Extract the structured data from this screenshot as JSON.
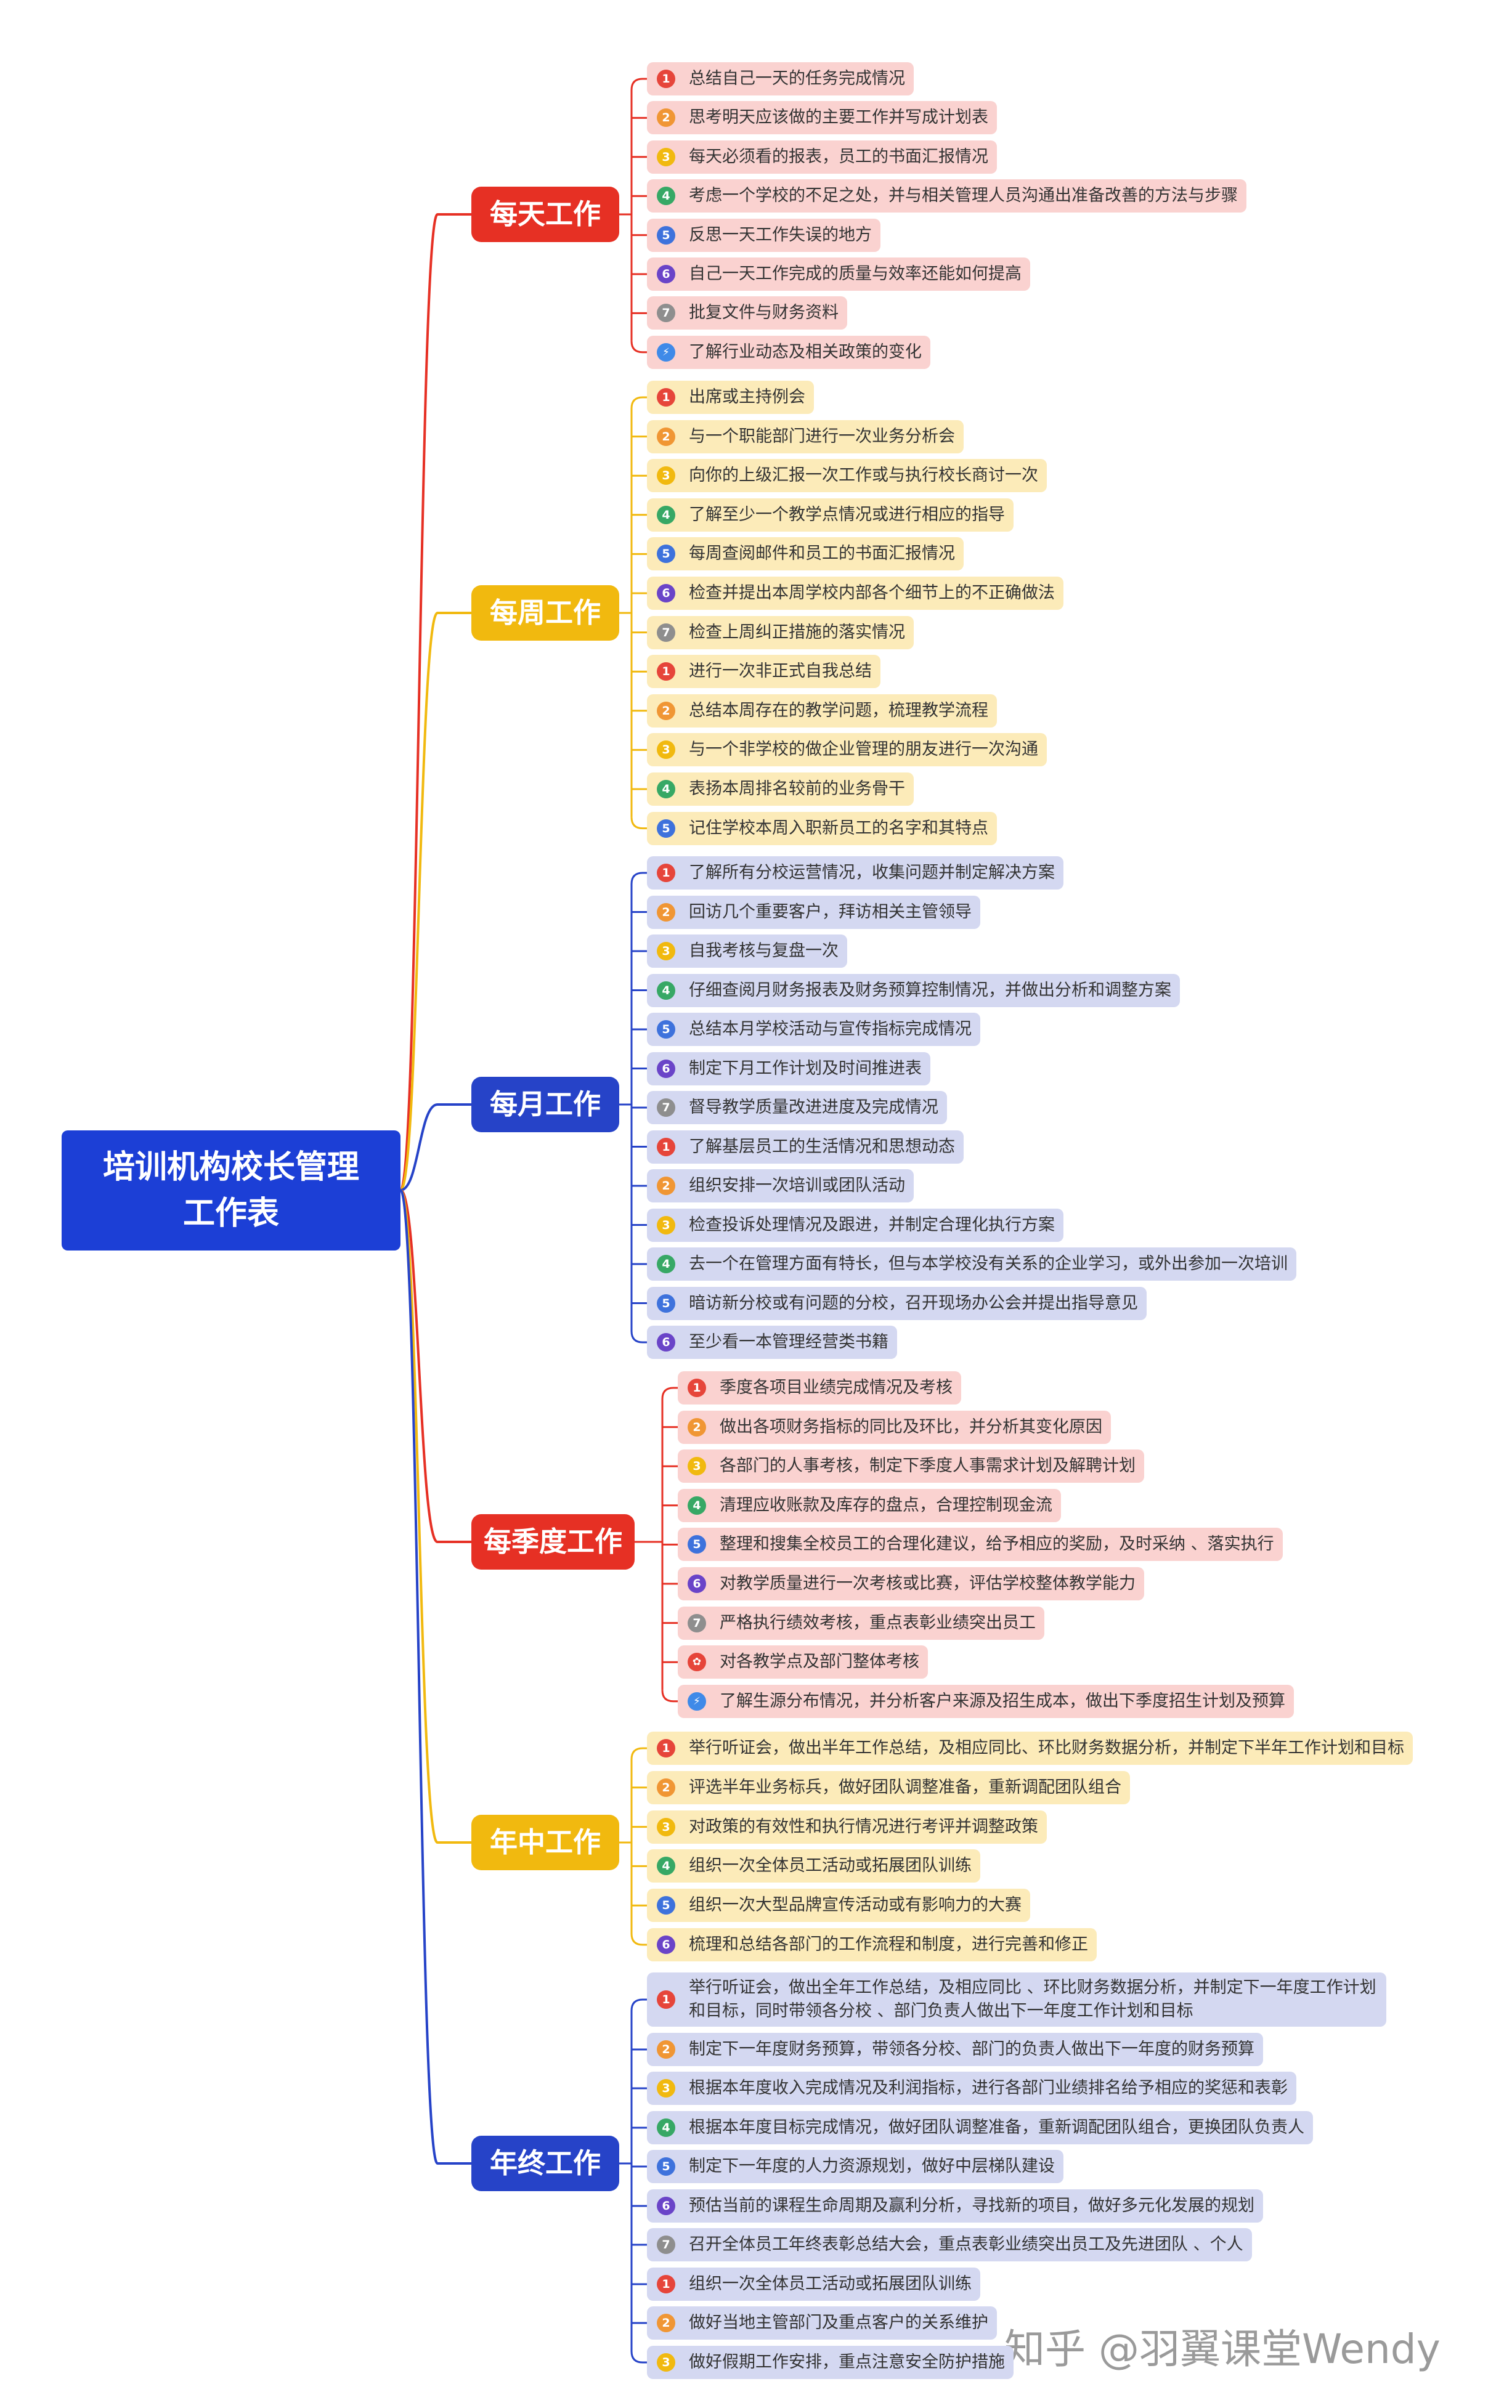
{
  "root": {
    "line1": "培训机构校长管理",
    "line2": "工作表"
  },
  "colors": {
    "red": "#e63024",
    "yellow": "#f1b90f",
    "blue": "#2643c8"
  },
  "badge_colors": [
    "#e6453a",
    "#f09634",
    "#f1b90f",
    "#37a865",
    "#3e72dc",
    "#6a44c8",
    "#8e8e8e",
    "#3f8ae8"
  ],
  "branches": [
    {
      "label": "每天工作",
      "color": "red",
      "items": [
        {
          "badge": "1",
          "text": "总结自己一天的任务完成情况"
        },
        {
          "badge": "2",
          "text": "思考明天应该做的主要工作并写成计划表"
        },
        {
          "badge": "3",
          "text": "每天必须看的报表，员工的书面汇报情况"
        },
        {
          "badge": "4",
          "text": "考虑一个学校的不足之处，并与相关管理人员沟通出准备改善的方法与步骤"
        },
        {
          "badge": "5",
          "text": "反思一天工作失误的地方"
        },
        {
          "badge": "6",
          "text": "自己一天工作完成的质量与效率还能如何提高"
        },
        {
          "badge": "7",
          "text": "批复文件与财务资料"
        },
        {
          "badge": "⚡",
          "text": "了解行业动态及相关政策的变化"
        }
      ]
    },
    {
      "label": "每周工作",
      "color": "yellow",
      "items": [
        {
          "badge": "1",
          "text": "出席或主持例会"
        },
        {
          "badge": "2",
          "text": "与一个职能部门进行一次业务分析会"
        },
        {
          "badge": "3",
          "text": "向你的上级汇报一次工作或与执行校长商讨一次"
        },
        {
          "badge": "4",
          "text": "了解至少一个教学点情况或进行相应的指导"
        },
        {
          "badge": "5",
          "text": "每周查阅邮件和员工的书面汇报情况"
        },
        {
          "badge": "6",
          "text": "检查并提出本周学校内部各个细节上的不正确做法"
        },
        {
          "badge": "7",
          "text": "检查上周纠正措施的落实情况"
        },
        {
          "badge": "1",
          "text": "进行一次非正式自我总结"
        },
        {
          "badge": "2",
          "text": "总结本周存在的教学问题，梳理教学流程"
        },
        {
          "badge": "3",
          "text": "与一个非学校的做企业管理的朋友进行一次沟通"
        },
        {
          "badge": "4",
          "text": "表扬本周排名较前的业务骨干"
        },
        {
          "badge": "5",
          "text": "记住学校本周入职新员工的名字和其特点"
        }
      ]
    },
    {
      "label": "每月工作",
      "color": "blue",
      "items": [
        {
          "badge": "1",
          "text": "了解所有分校运营情况，收集问题并制定解决方案"
        },
        {
          "badge": "2",
          "text": "回访几个重要客户，拜访相关主管领导"
        },
        {
          "badge": "3",
          "text": "自我考核与复盘一次"
        },
        {
          "badge": "4",
          "text": "仔细查阅月财务报表及财务预算控制情况，并做出分析和调整方案"
        },
        {
          "badge": "5",
          "text": "总结本月学校活动与宣传指标完成情况"
        },
        {
          "badge": "6",
          "text": "制定下月工作计划及时间推进表"
        },
        {
          "badge": "7",
          "text": "督导教学质量改进进度及完成情况"
        },
        {
          "badge": "1",
          "text": "了解基层员工的生活情况和思想动态"
        },
        {
          "badge": "2",
          "text": "组织安排一次培训或团队活动"
        },
        {
          "badge": "3",
          "text": "检查投诉处理情况及跟进，并制定合理化执行方案"
        },
        {
          "badge": "4",
          "text": "去一个在管理方面有特长，但与本学校没有关系的企业学习，或外出参加一次培训"
        },
        {
          "badge": "5",
          "text": "暗访新分校或有问题的分校，召开现场办公会并提出指导意见"
        },
        {
          "badge": "6",
          "text": "至少看一本管理经营类书籍"
        }
      ]
    },
    {
      "label": "每季度工作",
      "color": "red",
      "items": [
        {
          "badge": "1",
          "text": "季度各项目业绩完成情况及考核"
        },
        {
          "badge": "2",
          "text": "做出各项财务指标的同比及环比，并分析其变化原因"
        },
        {
          "badge": "3",
          "text": "各部门的人事考核，制定下季度人事需求计划及解聘计划"
        },
        {
          "badge": "4",
          "text": "清理应收账款及库存的盘点，合理控制现金流"
        },
        {
          "badge": "5",
          "text": "整理和搜集全校员工的合理化建议，给予相应的奖励，及时采纳 、落实执行"
        },
        {
          "badge": "6",
          "text": "对教学质量进行一次考核或比赛，评估学校整体教学能力"
        },
        {
          "badge": "7",
          "text": "严格执行绩效考核，重点表彰业绩突出员工"
        },
        {
          "badge": "✿",
          "text": "对各教学点及部门整体考核"
        },
        {
          "badge": "⚡",
          "text": "了解生源分布情况，并分析客户来源及招生成本，做出下季度招生计划及预算"
        }
      ]
    },
    {
      "label": "年中工作",
      "color": "yellow",
      "items": [
        {
          "badge": "1",
          "text": "举行听证会，做出半年工作总结，及相应同比、环比财务数据分析，并制定下半年工作计划和目标"
        },
        {
          "badge": "2",
          "text": "评选半年业务标兵，做好团队调整准备，重新调配团队组合"
        },
        {
          "badge": "3",
          "text": "对政策的有效性和执行情况进行考评并调整政策"
        },
        {
          "badge": "4",
          "text": "组织一次全体员工活动或拓展团队训练"
        },
        {
          "badge": "5",
          "text": "组织一次大型品牌宣传活动或有影响力的大赛"
        },
        {
          "badge": "6",
          "text": "梳理和总结各部门的工作流程和制度，进行完善和修正"
        }
      ]
    },
    {
      "label": "年终工作",
      "color": "blue",
      "items": [
        {
          "badge": "1",
          "text": "举行听证会，做出全年工作总结，及相应同比 、环比财务数据分析，并制定下一年度工作计划和目标，同时带领各分校 、部门负责人做出下一年度工作计划和目标"
        },
        {
          "badge": "2",
          "text": "制定下一年度财务预算，带领各分校、部门的负责人做出下一年度的财务预算"
        },
        {
          "badge": "3",
          "text": "根据本年度收入完成情况及利润指标，进行各部门业绩排名给予相应的奖惩和表彰"
        },
        {
          "badge": "4",
          "text": "根据本年度目标完成情况，做好团队调整准备，重新调配团队组合，更换团队负责人"
        },
        {
          "badge": "5",
          "text": "制定下一年度的人力资源规划，做好中层梯队建设"
        },
        {
          "badge": "6",
          "text": "预估当前的课程生命周期及赢利分析，寻找新的项目，做好多元化发展的规划"
        },
        {
          "badge": "7",
          "text": "召开全体员工年终表彰总结大会，重点表彰业绩突出员工及先进团队 、个人"
        },
        {
          "badge": "1",
          "text": "组织一次全体员工活动或拓展团队训练"
        },
        {
          "badge": "2",
          "text": "做好当地主管部门及重点客户的关系维护"
        },
        {
          "badge": "3",
          "text": "做好假期工作安排，重点注意安全防护措施"
        }
      ]
    }
  ],
  "watermark": "知乎 @羽翼课堂Wendy"
}
